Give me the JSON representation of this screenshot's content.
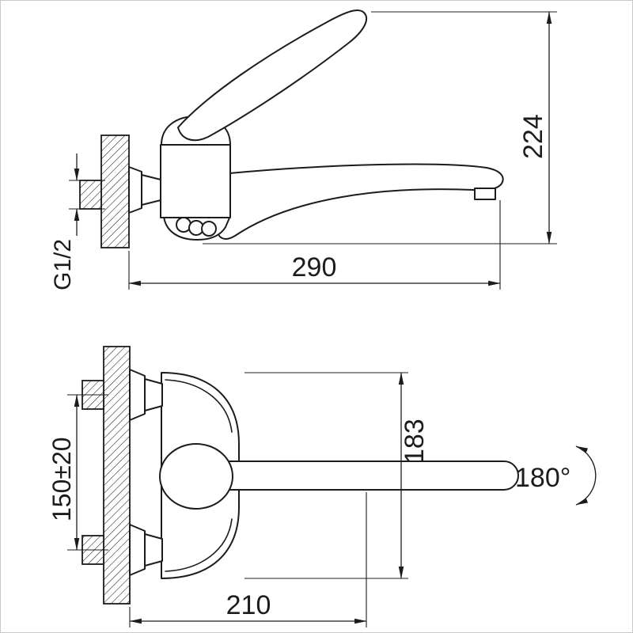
{
  "drawing": {
    "side_view": {
      "height_label": "224",
      "reach_label": "290",
      "thread_label": "G1/2"
    },
    "plan_view": {
      "length_label": "183",
      "spacing_label": "150±20",
      "reach_label": "210",
      "swivel_label": "180°"
    },
    "colors": {
      "line": "#1c1c1c",
      "background": "#ffffff",
      "frame_border": "#c9c9c9"
    }
  }
}
